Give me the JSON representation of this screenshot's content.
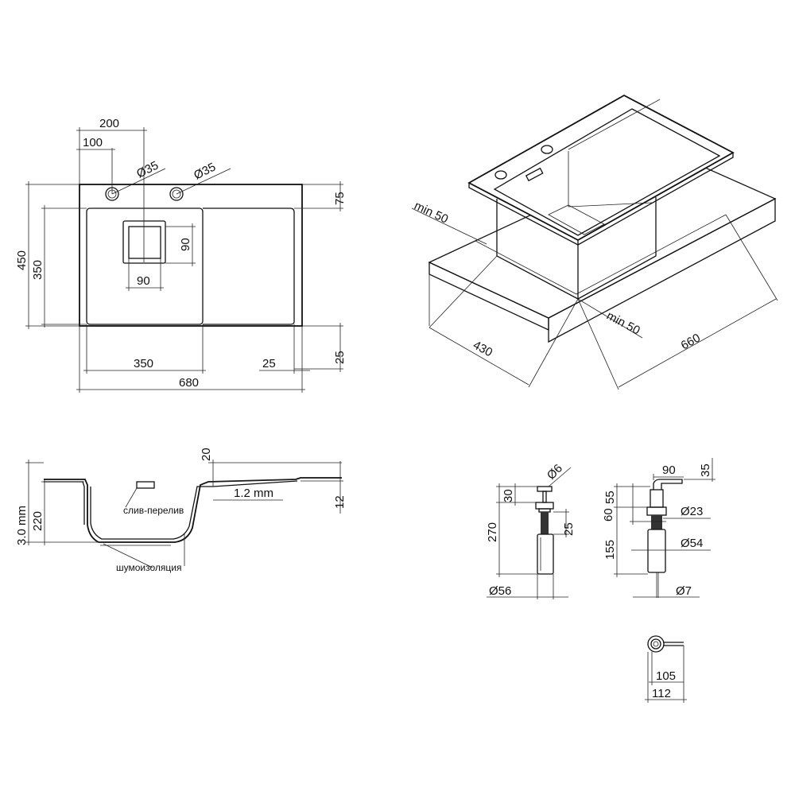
{
  "top_view": {
    "dims": {
      "w200": "200",
      "w100": "100",
      "hole1": "Ø35",
      "hole2": "Ø35",
      "h75": "75",
      "h450": "450",
      "h350": "350",
      "drain90v": "90",
      "drain90h": "90",
      "bowl350": "350",
      "r25": "25",
      "w680": "680",
      "b25": "25"
    }
  },
  "iso_view": {
    "dims": {
      "min50a": "min 50",
      "min50b": "min 50",
      "d430": "430",
      "d660": "660"
    }
  },
  "section_view": {
    "dims": {
      "d20": "20",
      "d3": "3.0 mm",
      "d220": "220",
      "d12": "1.2 mm",
      "d12r": "12"
    },
    "labels": {
      "overflow": "слив-перелив",
      "insulation": "шумоизоляция"
    }
  },
  "dispenser_a": {
    "dims": {
      "d6": "Ø6",
      "d30": "30",
      "d270": "270",
      "d25": "25",
      "d56": "Ø56"
    }
  },
  "dispenser_b": {
    "dims": {
      "d90": "90",
      "d35": "35",
      "d55": "55",
      "d23": "Ø23",
      "d60": "60",
      "d155": "155",
      "d54": "Ø54",
      "d7": "Ø7"
    }
  },
  "dispenser_top": {
    "dims": {
      "d105": "105",
      "d112": "112"
    }
  }
}
